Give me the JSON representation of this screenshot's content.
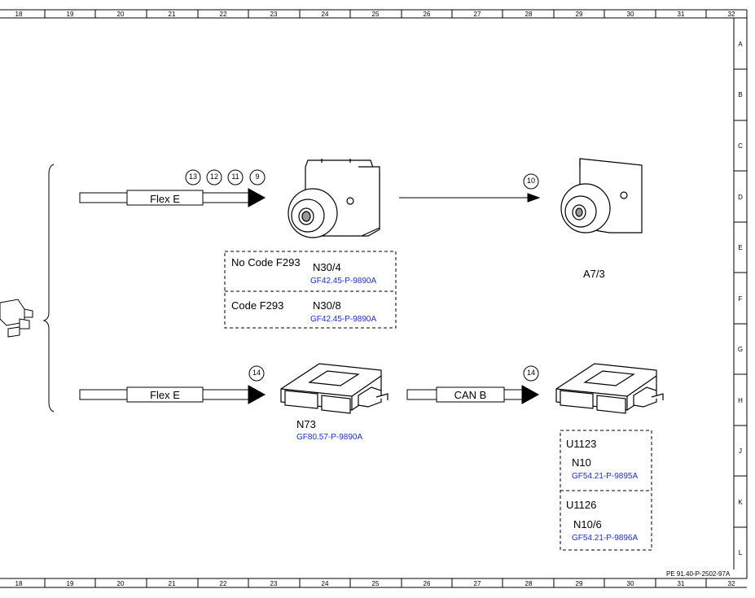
{
  "frame": {
    "columns": [
      "18",
      "19",
      "20",
      "21",
      "22",
      "23",
      "24",
      "25",
      "26",
      "27",
      "28",
      "29",
      "30",
      "31",
      "32"
    ],
    "rows": [
      "A",
      "B",
      "C",
      "D",
      "E",
      "F",
      "G",
      "H",
      "J",
      "K",
      "L"
    ],
    "document_ref": "PE 91.40-P-2502-97A"
  },
  "row1": {
    "cable_label": "Flex E",
    "circles": [
      "13",
      "12",
      "11",
      "9"
    ],
    "arrow_circle": "10",
    "box": {
      "options": [
        {
          "code": "No Code F293",
          "component": "N30/4",
          "link": "GF42.45-P-9890A"
        },
        {
          "code": "Code F293",
          "component": "N30/8",
          "link": "GF42.45-P-9890A"
        }
      ]
    },
    "right_component": "A7/3"
  },
  "row2": {
    "cable_label": "Flex E",
    "circle_left": "14",
    "module_left": {
      "component": "N73",
      "link": "GF80.57-P-9890A"
    },
    "bus_label": "CAN B",
    "circle_right": "14",
    "box": {
      "options": [
        {
          "code": "U1123",
          "component": "N10",
          "link": "GF54.21-P-9895A"
        },
        {
          "code": "U1126",
          "component": "N10/6",
          "link": "GF54.21-P-9896A"
        }
      ]
    }
  }
}
